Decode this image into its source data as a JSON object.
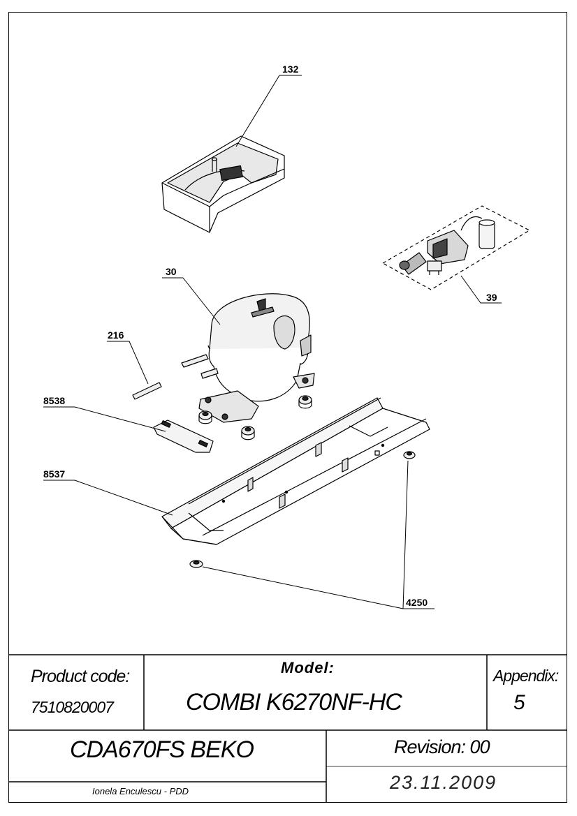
{
  "callouts": {
    "p132": "132",
    "p39": "39",
    "p30": "30",
    "p216": "216",
    "p8538": "8538",
    "p8537": "8537",
    "p4250": "4250"
  },
  "title_block": {
    "product_code_label": "Product code:",
    "product_code": "7510820007",
    "model_label": "Model:",
    "model": "COMBI K6270NF-HC",
    "appendix_label": "Appendix:",
    "appendix": "5",
    "product_name": "CDA670FS BEKO",
    "revision": "Revision: 00",
    "date": "23.11.2009",
    "author": "Ionela Enculescu - PDD"
  }
}
